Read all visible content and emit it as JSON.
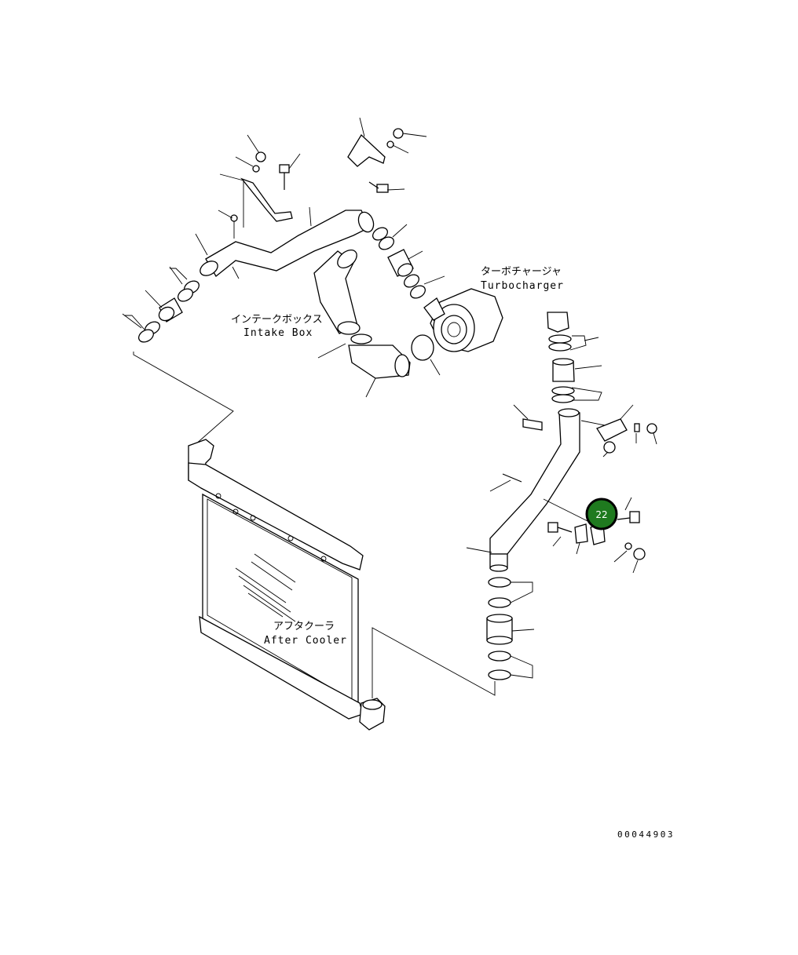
{
  "labels": {
    "turbocharger_ja": "ターボチャージャ",
    "turbocharger_en": "Turbocharger",
    "intake_ja": "インテークボックス",
    "intake_en": "Intake Box",
    "aftercooler_ja": "アフタクーラ",
    "aftercooler_en": "After Cooler"
  },
  "callout": {
    "number": "22",
    "color": "#1f7a1f",
    "ring_color": "#000000"
  },
  "drawing_number": "00044903"
}
